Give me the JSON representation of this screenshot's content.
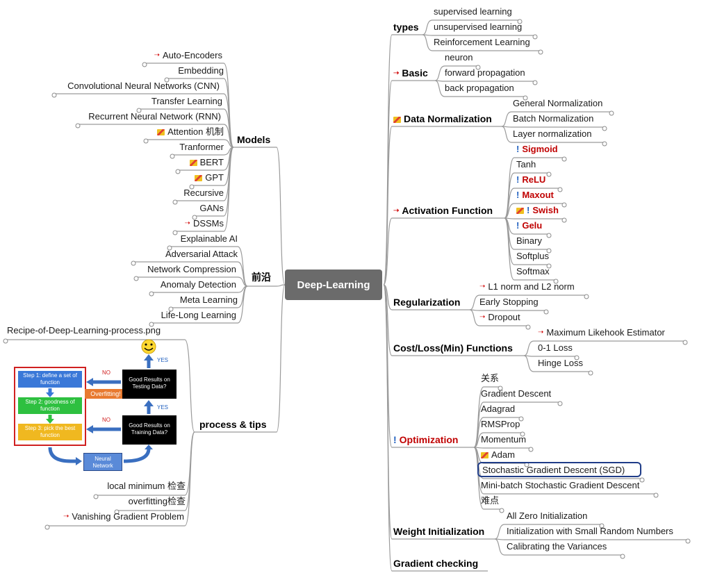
{
  "root": "Deep-Learning",
  "right": [
    {
      "label": "types",
      "children": [
        "supervised learning",
        "unsupervised learning",
        "Reinforcement Learning"
      ]
    },
    {
      "label": "Basic",
      "marker": "arrow",
      "children": [
        "neuron",
        "forward propagation",
        "back propagation"
      ]
    },
    {
      "label": "Data Normalization",
      "marker": "flag",
      "children": [
        "General Normalization",
        "Batch Normalization",
        "Layer normalization"
      ]
    },
    {
      "label": "Activation Function",
      "marker": "arrow",
      "children": [
        "Sigmoid",
        "Tanh",
        "ReLU",
        "Maxout",
        "Swish",
        "Gelu",
        "Binary",
        "Softplus",
        "Softmax"
      ]
    },
    {
      "label": "Regularization",
      "children": [
        "L1 norm and L2 norm",
        "Early Stopping",
        "Dropout"
      ]
    },
    {
      "label": "Cost/Loss(Min) Functions",
      "children": [
        "Maximum Likehook Estimator",
        "0-1 Loss",
        "Hinge Loss"
      ]
    },
    {
      "label": "Optimization",
      "marker": "bang",
      "children": [
        "关系",
        "Gradient Descent",
        "Adagrad",
        "RMSProp",
        "Momentum",
        "Adam",
        "Stochastic Gradient Descent (SGD)",
        "Mini-batch Stochastic Gradient Descent",
        "难点"
      ]
    },
    {
      "label": "Weight Initialization",
      "children": [
        "All Zero Initialization",
        "Initialization with Small Random Numbers",
        "Calibrating the Variances"
      ]
    },
    {
      "label": "Gradient checking",
      "children": []
    }
  ],
  "left": [
    {
      "label": "Models",
      "children": [
        "Auto-Encoders",
        "Embedding",
        "Convolutional Neural Networks (CNN)",
        "Transfer Learning",
        "Recurrent Neural Network (RNN)",
        "Attention 机制",
        "Tranformer",
        "BERT",
        "GPT",
        "Recursive",
        "GANs",
        "DSSMs"
      ]
    },
    {
      "label": "前沿",
      "children": [
        "Explainable AI",
        "Adversarial Attack",
        "Network Compression",
        "Anomaly Detection",
        "Meta Learning",
        "Life-Long Learning"
      ]
    },
    {
      "label": "process & tips",
      "children": [
        "Recipe-of-Deep-Learning-process.png",
        "local minimum 检查",
        "overfitting检查",
        "Vanishing Gradient Problem"
      ]
    }
  ],
  "flow": {
    "step1": "Step 1: define a set of function",
    "step2": "Step 2: goodness of function",
    "step3": "Step 3: pick the best function",
    "testing": "Good Results on Testing Data?",
    "training": "Good Results on Training Data?",
    "overfitting": "Overfitting!",
    "yes1": "YES",
    "yes2": "YES",
    "no1": "NO",
    "no2": "NO",
    "nn": "Neural Network"
  }
}
